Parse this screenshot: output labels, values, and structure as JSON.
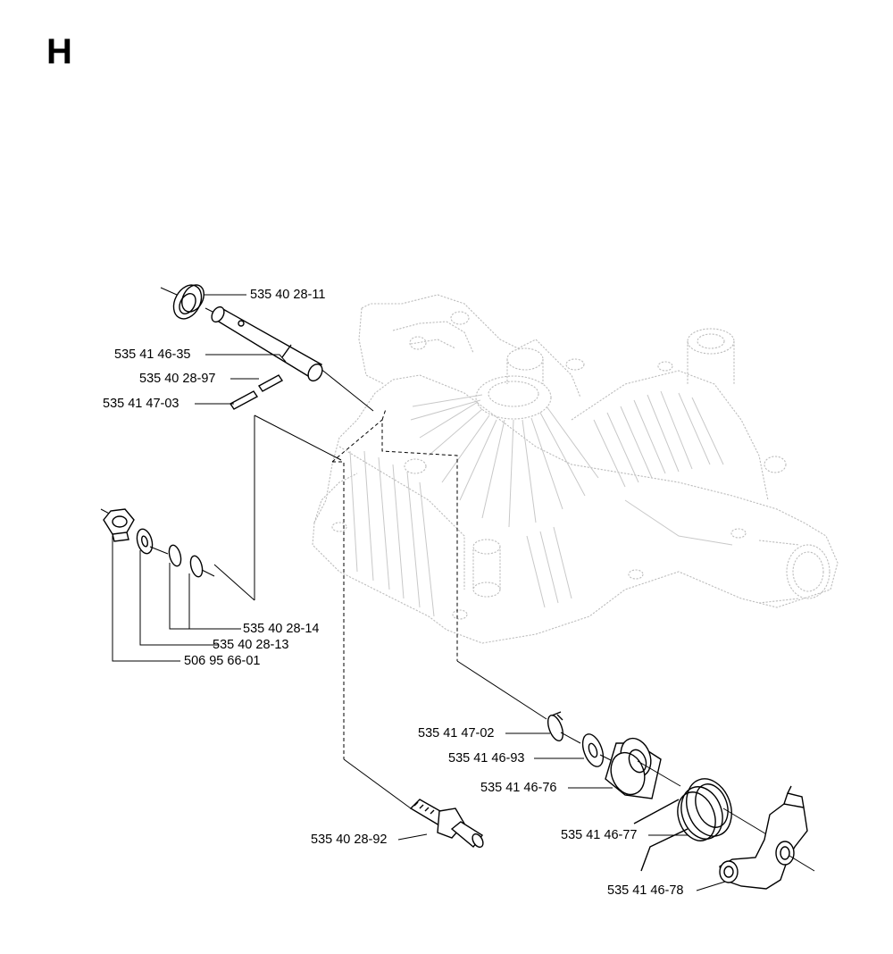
{
  "section_letter": "H",
  "part_labels": [
    {
      "id": "p1",
      "text": "535 40 28-11"
    },
    {
      "id": "p2",
      "text": "535 41 46-35"
    },
    {
      "id": "p3",
      "text": "535 40 28-97"
    },
    {
      "id": "p4",
      "text": "535 41 47-03"
    },
    {
      "id": "p5",
      "text": "535 40 28-14"
    },
    {
      "id": "p6",
      "text": "535 40 28-13"
    },
    {
      "id": "p7",
      "text": "506 95 66-01"
    },
    {
      "id": "p8",
      "text": "535 41 47-02"
    },
    {
      "id": "p9",
      "text": "535 41 46-93"
    },
    {
      "id": "p10",
      "text": "535 41 46-76"
    },
    {
      "id": "p11",
      "text": "535 40 28-92"
    },
    {
      "id": "p12",
      "text": "535 41 46-77"
    },
    {
      "id": "p13",
      "text": "535 41 46-78"
    }
  ]
}
